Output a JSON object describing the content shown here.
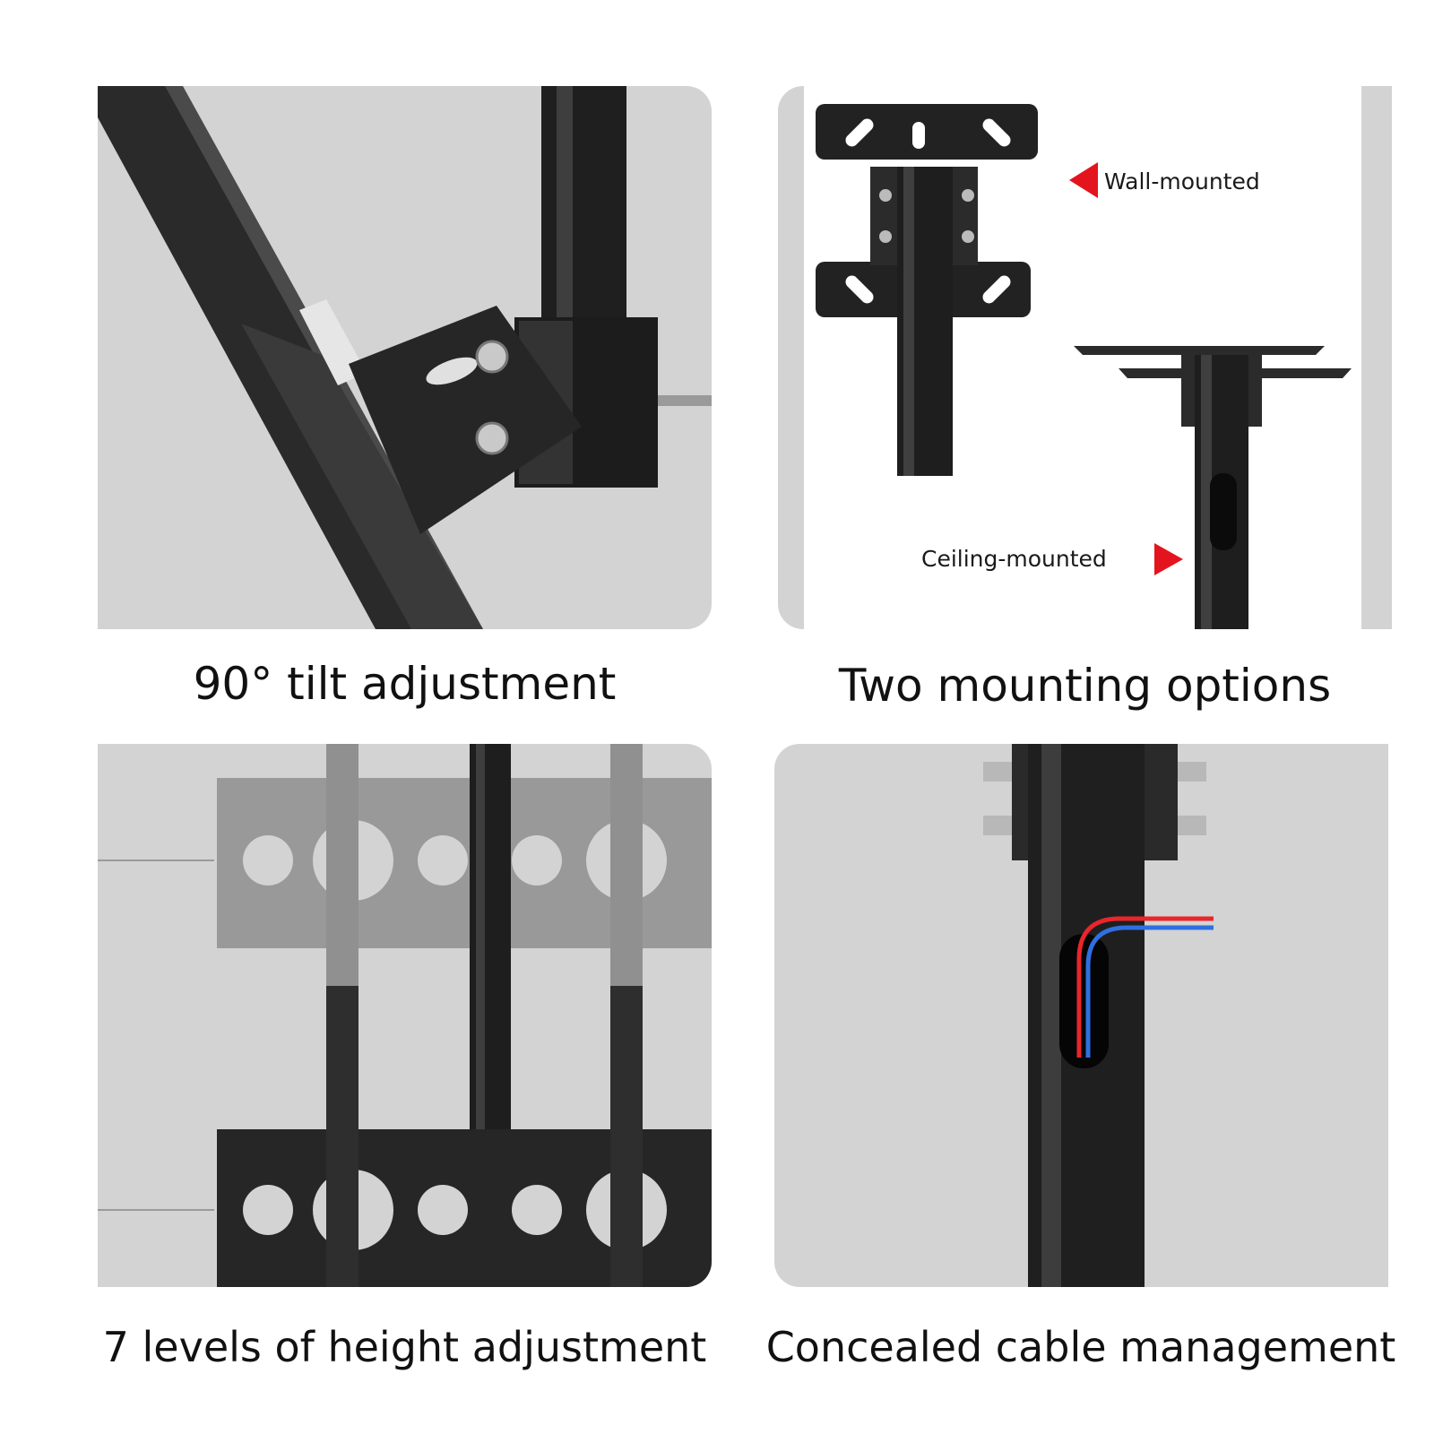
{
  "panels": {
    "tilt": {
      "caption": "90° tilt adjustment"
    },
    "mounting": {
      "caption": "Two mounting options",
      "wall_label": "Wall-mounted",
      "ceiling_label": "Ceiling-mounted"
    },
    "height": {
      "caption": "7 levels of height adjustment"
    },
    "cable": {
      "caption": "Concealed cable management"
    }
  },
  "colors": {
    "panel_background": "#d3d3d3",
    "metal_dark": "#262626",
    "arrow_red": "#e4141e",
    "cable_red": "#e8262b",
    "cable_blue": "#2f6fe0"
  }
}
